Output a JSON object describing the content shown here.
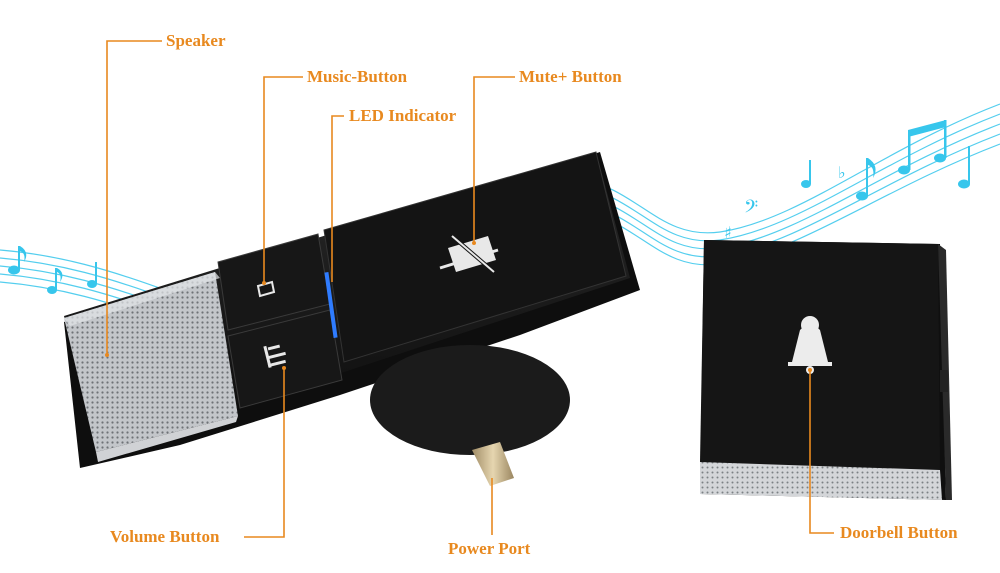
{
  "labels": {
    "speaker": "Speaker",
    "music_button": "Music-Button",
    "led_indicator": "LED Indicator",
    "mute_button": "Mute+ Button",
    "volume_button": "Volume Button",
    "power_port": "Power Port",
    "doorbell_button": "Doorbell Button"
  },
  "colors": {
    "callout": "#e8891f",
    "device_body": "#141414",
    "speaker_grille": "#b9bcc0",
    "led": "#2f7cff",
    "music_notes": "#37c6ec"
  },
  "icons": {
    "music_button": "music-note-icon",
    "volume_button": "volume-bars-icon",
    "mute_button": "mute-bell-icon",
    "doorbell_button": "bell-icon"
  }
}
